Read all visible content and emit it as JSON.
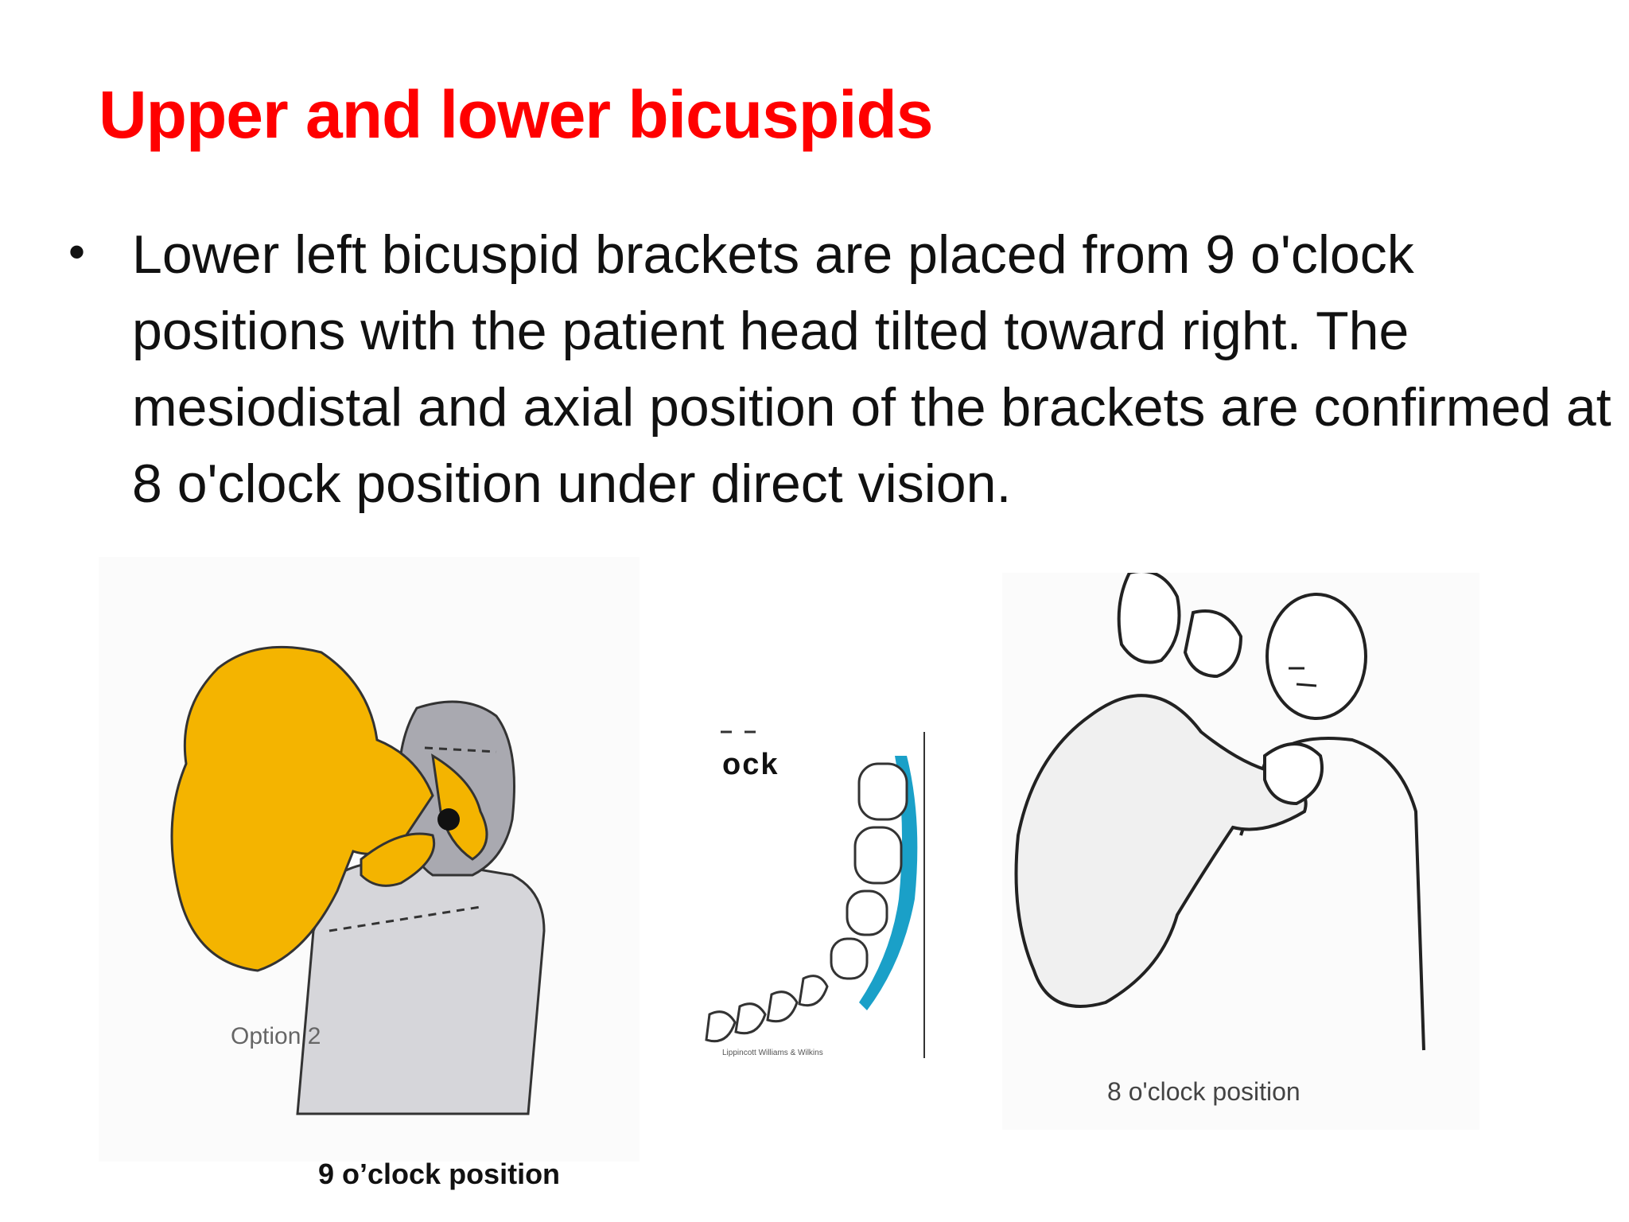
{
  "slide": {
    "title": "Upper and lower bicuspids",
    "bullet": "Lower left bicuspid brackets are placed from 9 o'clock positions with the patient head tilted toward right. The mesiodistal and axial position of the brackets are confirmed at 8 o'clock position under direct vision."
  },
  "figures": {
    "left": {
      "label": "Option 2",
      "caption": "9 o’clock position",
      "icon": "dentist-9-oclock-illustration"
    },
    "middle": {
      "label": "ock",
      "credit": "Lippincott Williams & Wilkins",
      "icon": "lower-arch-teeth-illustration"
    },
    "right": {
      "label": "8 o'clock position",
      "icon": "dentist-8-oclock-illustration"
    }
  },
  "colors": {
    "title": "#ff0000",
    "text": "#111111",
    "operator": "#f4b400",
    "patient": "#c8c8cc",
    "highlight": "#1aa0c8"
  }
}
